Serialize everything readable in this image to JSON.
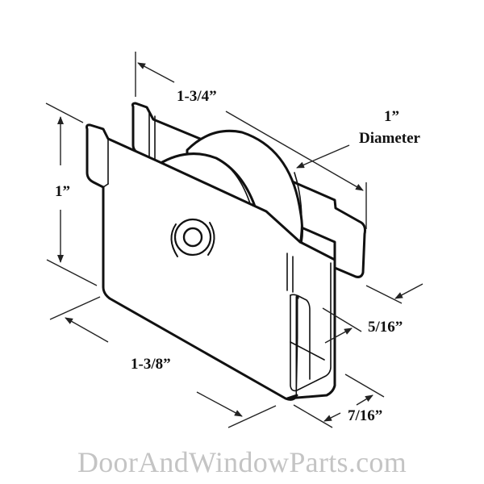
{
  "diagram": {
    "subject": "Sliding door roller assembly",
    "dimensions": {
      "length_top": "1-3/4”",
      "wheel_diameter_value": "1”",
      "wheel_diameter_label": "Diameter",
      "height": "1”",
      "length_bottom": "1-3/8”",
      "channel_inner_width": "5/16”",
      "housing_width": "7/16”"
    },
    "colors": {
      "line": "#111111",
      "background": "#ffffff",
      "watermark": "#c4c4c4"
    }
  },
  "watermark": {
    "text": "DoorAndWindowParts.com"
  }
}
